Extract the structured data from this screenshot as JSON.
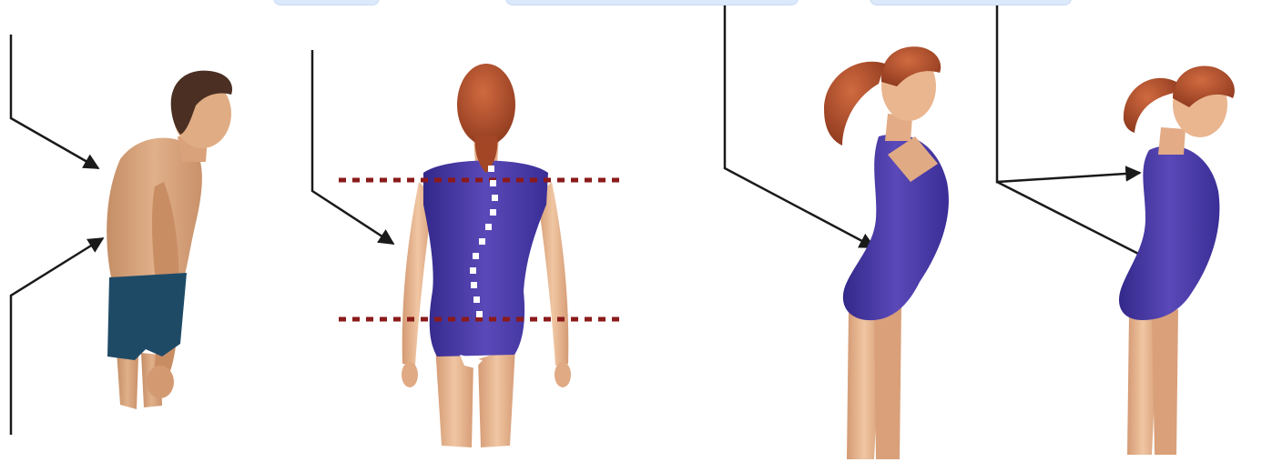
{
  "figure": {
    "panels": [
      {
        "id": "kyphosis",
        "figure": "man-side-view",
        "arrows": 2,
        "body_color": "#d9a57e",
        "garment_color": "#1f4a66"
      },
      {
        "id": "scoliosis",
        "figure": "woman-back-view",
        "arrows": 1,
        "body_color": "#e3b08b",
        "garment_color": "#4a3aa0",
        "reference_lines_color": "#8b1a1a",
        "spine_marker_color": "#ffffff"
      },
      {
        "id": "lordosis",
        "figure": "woman-side-view-arm-raised",
        "arrows": 1,
        "body_color": "#e3b08b",
        "garment_color": "#4a3aa0",
        "hair_color": "#b5502e"
      },
      {
        "id": "flat-back",
        "figure": "woman-side-view",
        "arrows": 2,
        "body_color": "#e3b08b",
        "garment_color": "#4a3aa0",
        "hair_color": "#b5502e"
      }
    ],
    "arrow_color": "#1a1a1a",
    "label_box_color": "#dbe9fb"
  }
}
